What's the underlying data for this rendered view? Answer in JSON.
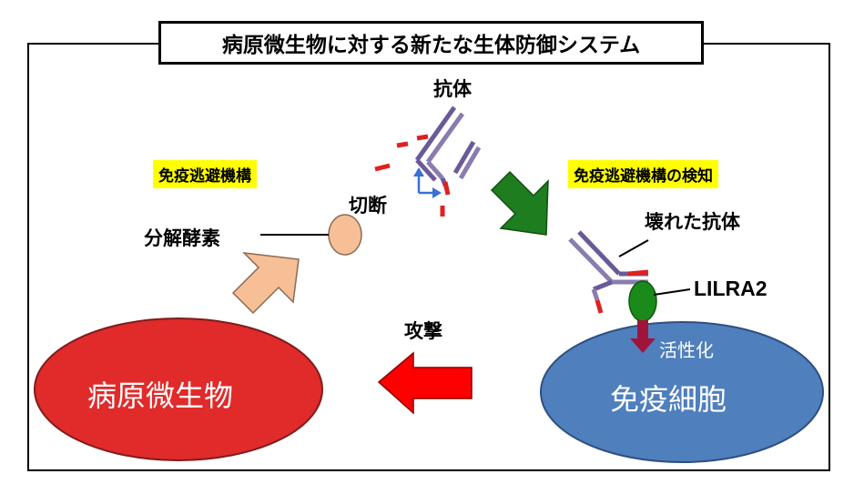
{
  "title": "病原微生物に対する新たな生体防御システム",
  "labels": {
    "antibody": "抗体",
    "immune_evasion": "免疫逃避機構",
    "immune_evasion_detection": "免疫逃避機構の検知",
    "cleavage": "切断",
    "enzyme": "分解酵素",
    "broken_antibody": "壊れた抗体",
    "receptor": "LILRA2",
    "activation": "活性化",
    "attack": "攻撃",
    "pathogen": "病原微生物",
    "immune_cell": "免疫細胞"
  },
  "colors": {
    "antibody_heavy": "#6a5a98",
    "antibody_light": "#8a7cb0",
    "antibody_tip": "#e02020",
    "enzyme": "#f6bf96",
    "cleave_arrow": "#3a6fd6",
    "green_arrow": "#1e7d1e",
    "peach_arrow": "#f6bf96",
    "red_arrow": "#ff0000",
    "receptor": "#1a8a1a",
    "activation_arrow": "#a0143c",
    "pathogen": "#e12a2a",
    "immune_cell": "#4f7fbd",
    "tag_bg": "#ffff00"
  }
}
